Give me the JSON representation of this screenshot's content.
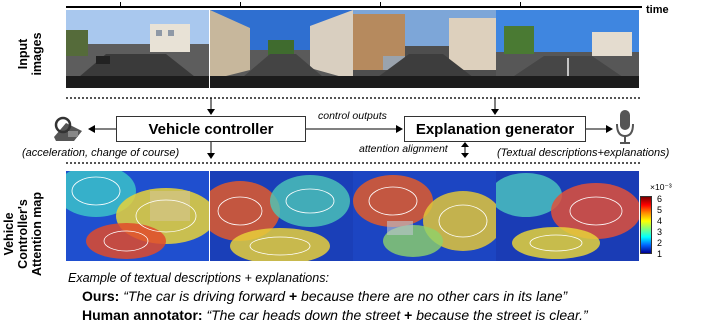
{
  "time_label": "time",
  "rows": {
    "input_images": [
      "Input",
      "images"
    ],
    "attention_map": [
      "Vehicle",
      "Controller's",
      "Attention map"
    ]
  },
  "boxes": {
    "vehicle_controller": "Vehicle controller",
    "explanation_generator": "Explanation generator"
  },
  "labels": {
    "control_outputs": "control outputs",
    "control_signals": "(acceleration, change of course)",
    "attention_alignment": "attention alignment",
    "textual_outputs": "(Textual descriptions+explanations)"
  },
  "colorbar": {
    "exponent": "×10⁻³",
    "ticks": [
      "6",
      "5",
      "4",
      "3",
      "2",
      "1"
    ]
  },
  "example": {
    "title": "Example of textual descriptions + explanations:",
    "ours_label": "Ours:",
    "ours_desc": "“The car is driving forward",
    "ours_plus": "+",
    "ours_expl": "because there are no other cars in its lane”",
    "human_label": "Human annotator:",
    "human_desc": "“The car heads down the street",
    "human_plus": "+",
    "human_expl": "because the street is clear.”"
  },
  "colors": {
    "sky": "#8fb6e3",
    "road": "#4a4a4a",
    "box_border": "#333333"
  },
  "icons": [
    "steering-icon",
    "microphone-icon"
  ]
}
